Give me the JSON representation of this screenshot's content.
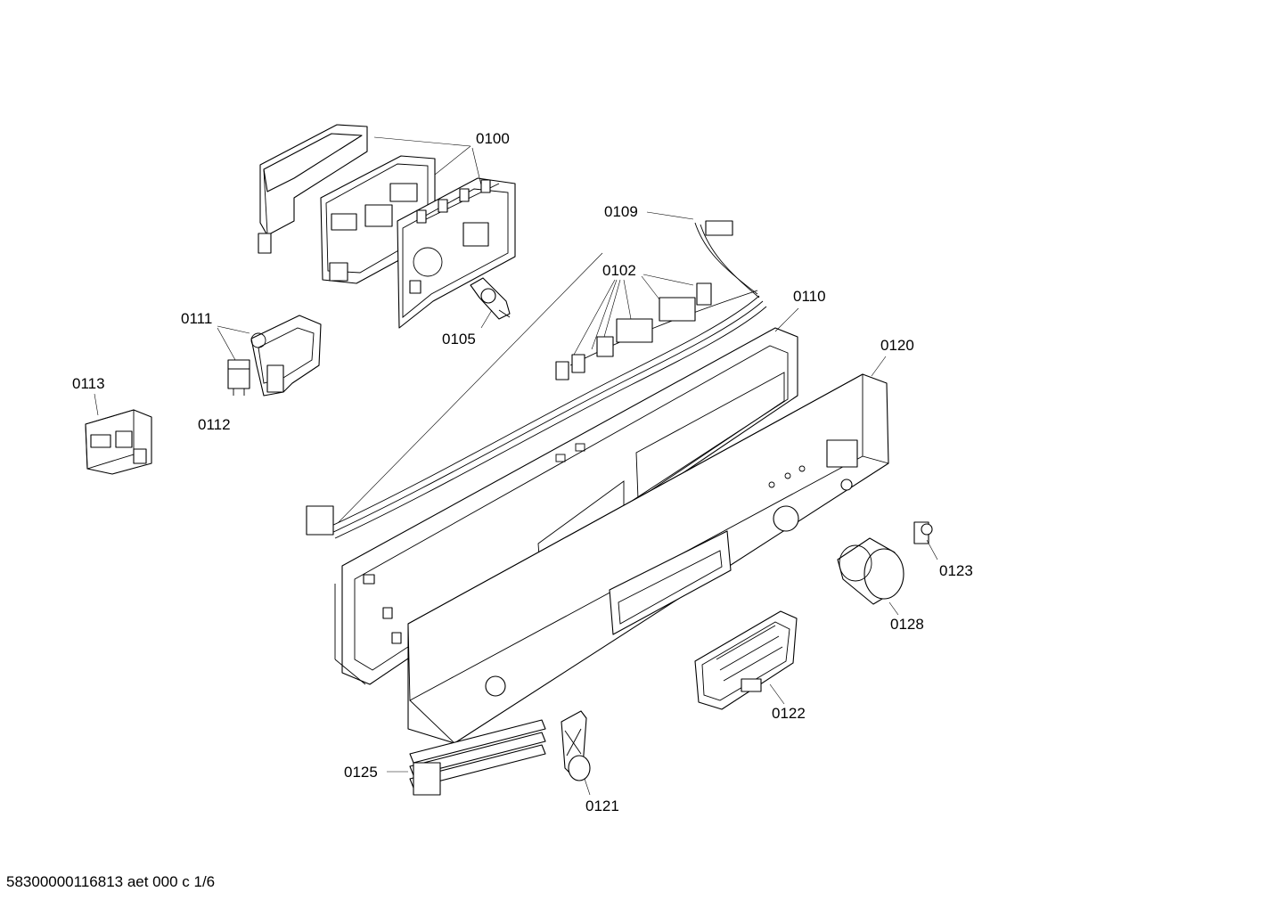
{
  "labels": {
    "p0100": "0100",
    "p0109": "0109",
    "p0102": "0102",
    "p0110": "0110",
    "p0120": "0120",
    "p0111": "0111",
    "p0112": "0112",
    "p0113": "0113",
    "p0105": "0105",
    "p0123": "0123",
    "p0128": "0128",
    "p0122": "0122",
    "p0125": "0125",
    "p0121": "0121"
  },
  "footer": "58300000116813 aet 000 c 1/6"
}
